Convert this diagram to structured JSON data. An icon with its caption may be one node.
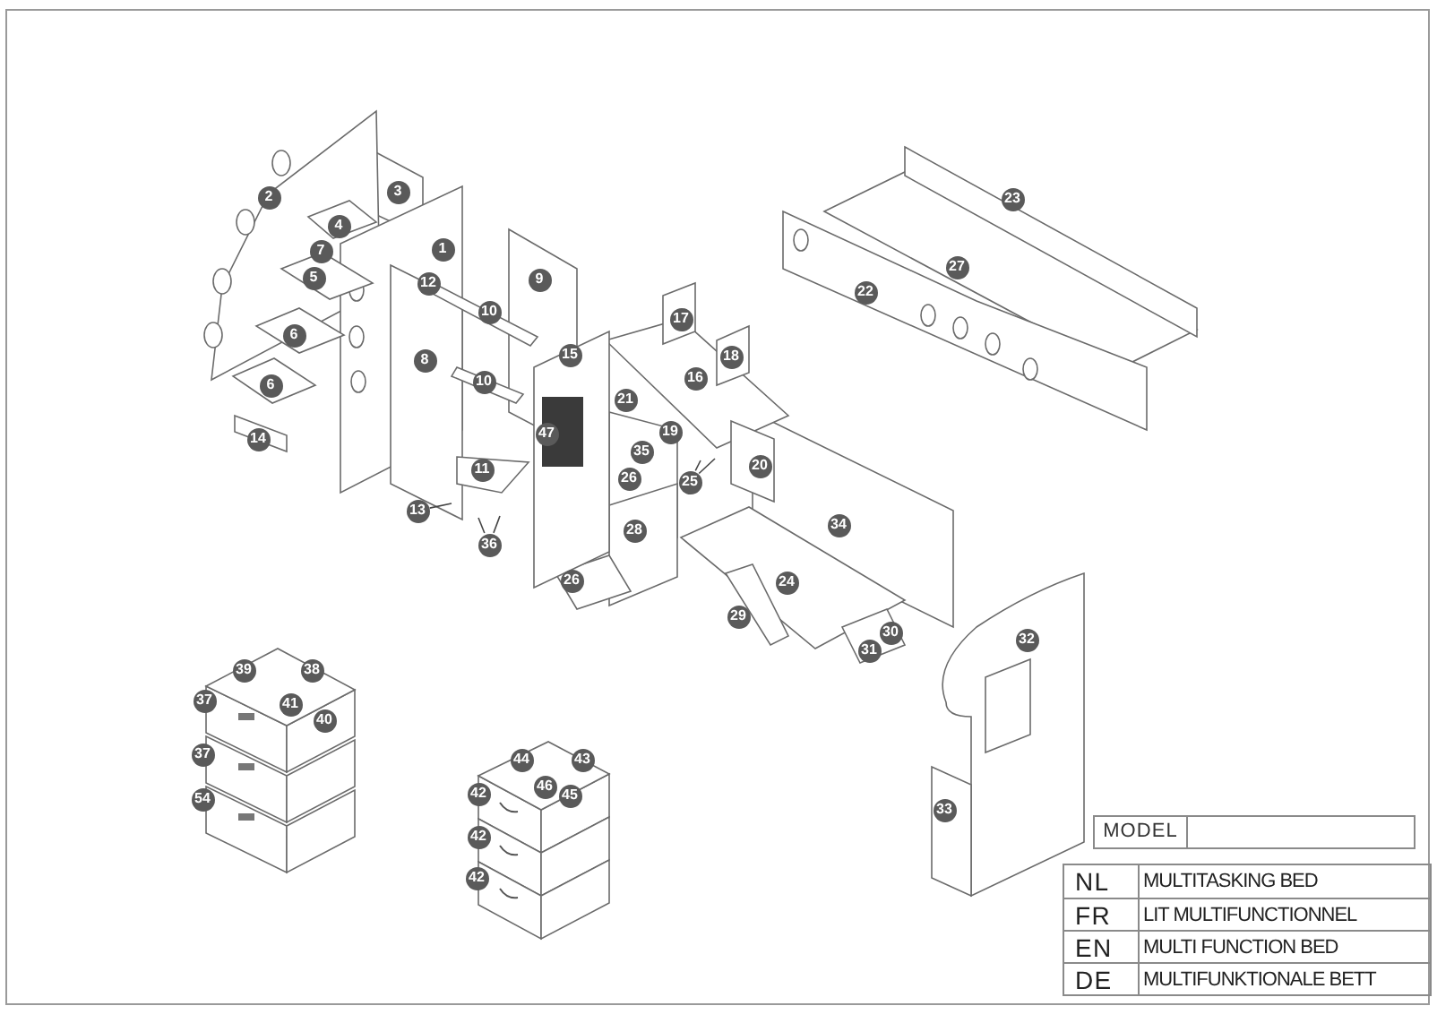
{
  "diagram": {
    "nodes": [
      {
        "text": [
          "2"
        ]
      },
      {
        "text": [
          "3"
        ]
      },
      {
        "text": [
          "4"
        ]
      },
      {
        "text": [
          "7"
        ]
      },
      {
        "text": [
          "5"
        ]
      },
      {
        "text": [
          "1"
        ]
      },
      {
        "text": [
          "12"
        ]
      },
      {
        "text": [
          "10"
        ]
      },
      {
        "text": [
          "9"
        ]
      },
      {
        "text": [
          "8"
        ]
      },
      {
        "text": [
          "10"
        ]
      },
      {
        "text": [
          "6"
        ]
      },
      {
        "text": [
          "6"
        ]
      },
      {
        "text": [
          "14"
        ]
      },
      {
        "text": [
          "47"
        ]
      },
      {
        "text": [
          "11"
        ]
      },
      {
        "text": [
          "13"
        ]
      },
      {
        "text": [
          "36"
        ]
      },
      {
        "text": [
          "23"
        ]
      },
      {
        "text": [
          "27"
        ]
      },
      {
        "text": [
          "22"
        ]
      },
      {
        "text": [
          "15"
        ]
      },
      {
        "text": [
          "17"
        ]
      },
      {
        "text": [
          "18"
        ]
      },
      {
        "text": [
          "16"
        ]
      },
      {
        "text": [
          "21"
        ]
      },
      {
        "text": [
          "19"
        ]
      },
      {
        "text": [
          "35"
        ]
      },
      {
        "text": [
          "26"
        ]
      },
      {
        "text": [
          "25"
        ]
      },
      {
        "text": [
          "20"
        ]
      },
      {
        "text": [
          "28"
        ]
      },
      {
        "text": [
          "26"
        ]
      },
      {
        "text": [
          "34"
        ]
      },
      {
        "text": [
          "24"
        ]
      },
      {
        "text": [
          "29"
        ]
      },
      {
        "text": [
          "30"
        ]
      },
      {
        "text": [
          "31"
        ]
      },
      {
        "text": [
          "32"
        ]
      },
      {
        "text": [
          "33"
        ]
      },
      {
        "text": [
          "39"
        ]
      },
      {
        "text": [
          "38"
        ]
      },
      {
        "text": [
          "37"
        ]
      },
      {
        "text": [
          "41"
        ]
      },
      {
        "text": [
          "40"
        ]
      },
      {
        "text": [
          "37"
        ]
      },
      {
        "text": [
          "54"
        ]
      },
      {
        "text": [
          "44"
        ]
      },
      {
        "text": [
          "43"
        ]
      },
      {
        "text": [
          "42"
        ]
      },
      {
        "text": [
          "46"
        ]
      },
      {
        "text": [
          "45"
        ]
      },
      {
        "text": [
          "42"
        ]
      },
      {
        "text": [
          "42"
        ]
      }
    ],
    "edges": [
      {
        "from": 16,
        "to": null,
        "arrow": "none"
      },
      {
        "from": 17,
        "to": null,
        "arrow": "none"
      },
      {
        "from": 17,
        "to": null,
        "arrow": "none"
      },
      {
        "from": 29,
        "to": null,
        "arrow": "none"
      },
      {
        "from": 29,
        "to": null,
        "arrow": "none"
      }
    ],
    "labels": [
      "MODEL",
      "NL",
      "MULTITASKING BED",
      "FR",
      "LIT MULTIFUNCTIONNEL",
      "EN",
      "MULTI FUNCTION BED",
      "DE",
      "MULTIFUNKTIONALE BETT"
    ]
  }
}
